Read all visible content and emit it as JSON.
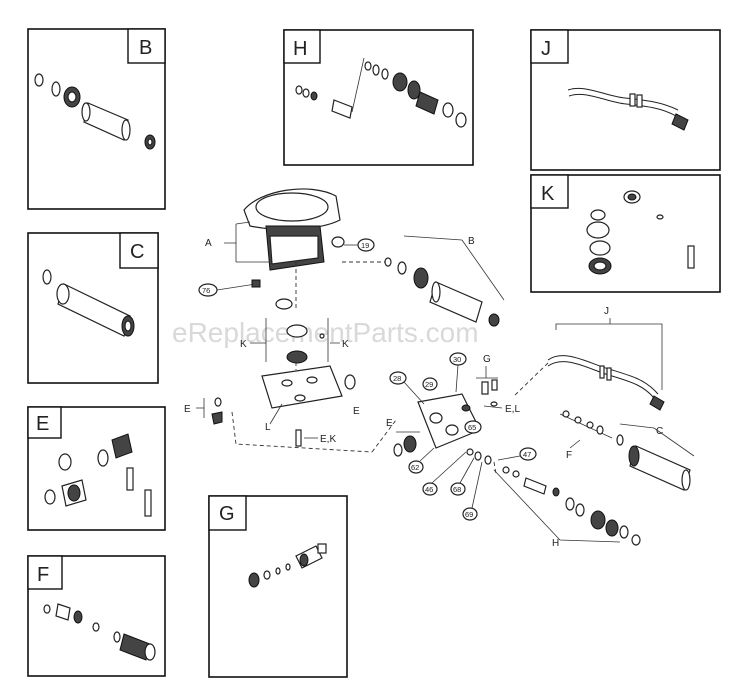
{
  "watermark": "eReplacementParts.com",
  "insets": {
    "B": "B",
    "C": "C",
    "E": "E",
    "F": "F",
    "G": "G",
    "H": "H",
    "J": "J",
    "K": "K"
  },
  "callouts": {
    "A": "A",
    "B": "B",
    "C": "C",
    "E1": "E",
    "E2": "E",
    "E3": "E",
    "EK": "E,K",
    "EL": "E,L",
    "F": "F",
    "G": "G",
    "H": "H",
    "J": "J",
    "K1": "K",
    "K2": "K",
    "L": "L"
  },
  "part_numbers": {
    "p19": "19",
    "p76": "76",
    "p30": "30",
    "p29": "29",
    "p28": "28",
    "p65": "65",
    "p47": "47",
    "p62": "62",
    "p46": "46",
    "p68": "68",
    "p69": "69"
  }
}
